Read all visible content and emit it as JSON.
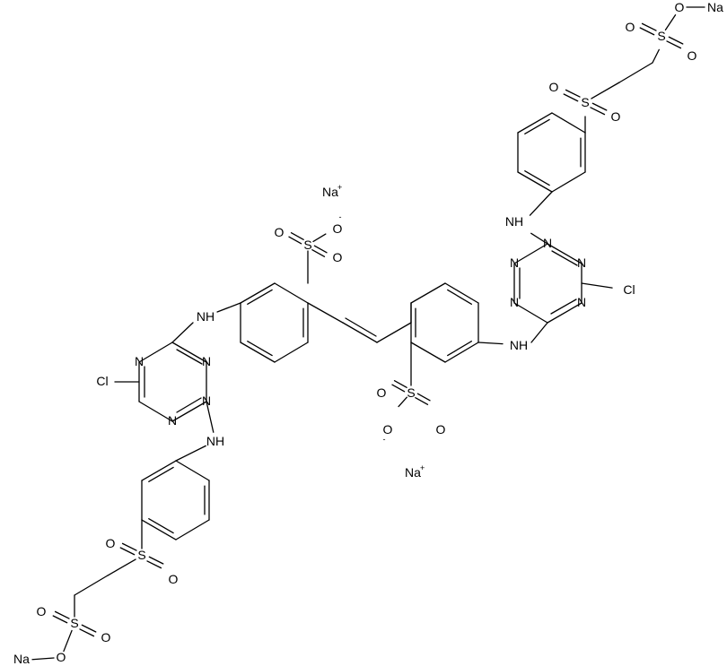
{
  "molecule": {
    "atom_labels": {
      "na_plus": "Na",
      "plus": "+",
      "minus": "-",
      "nh": "NH",
      "n": "N",
      "cl": "Cl",
      "s": "S",
      "o": "O",
      "na": "Na"
    }
  }
}
